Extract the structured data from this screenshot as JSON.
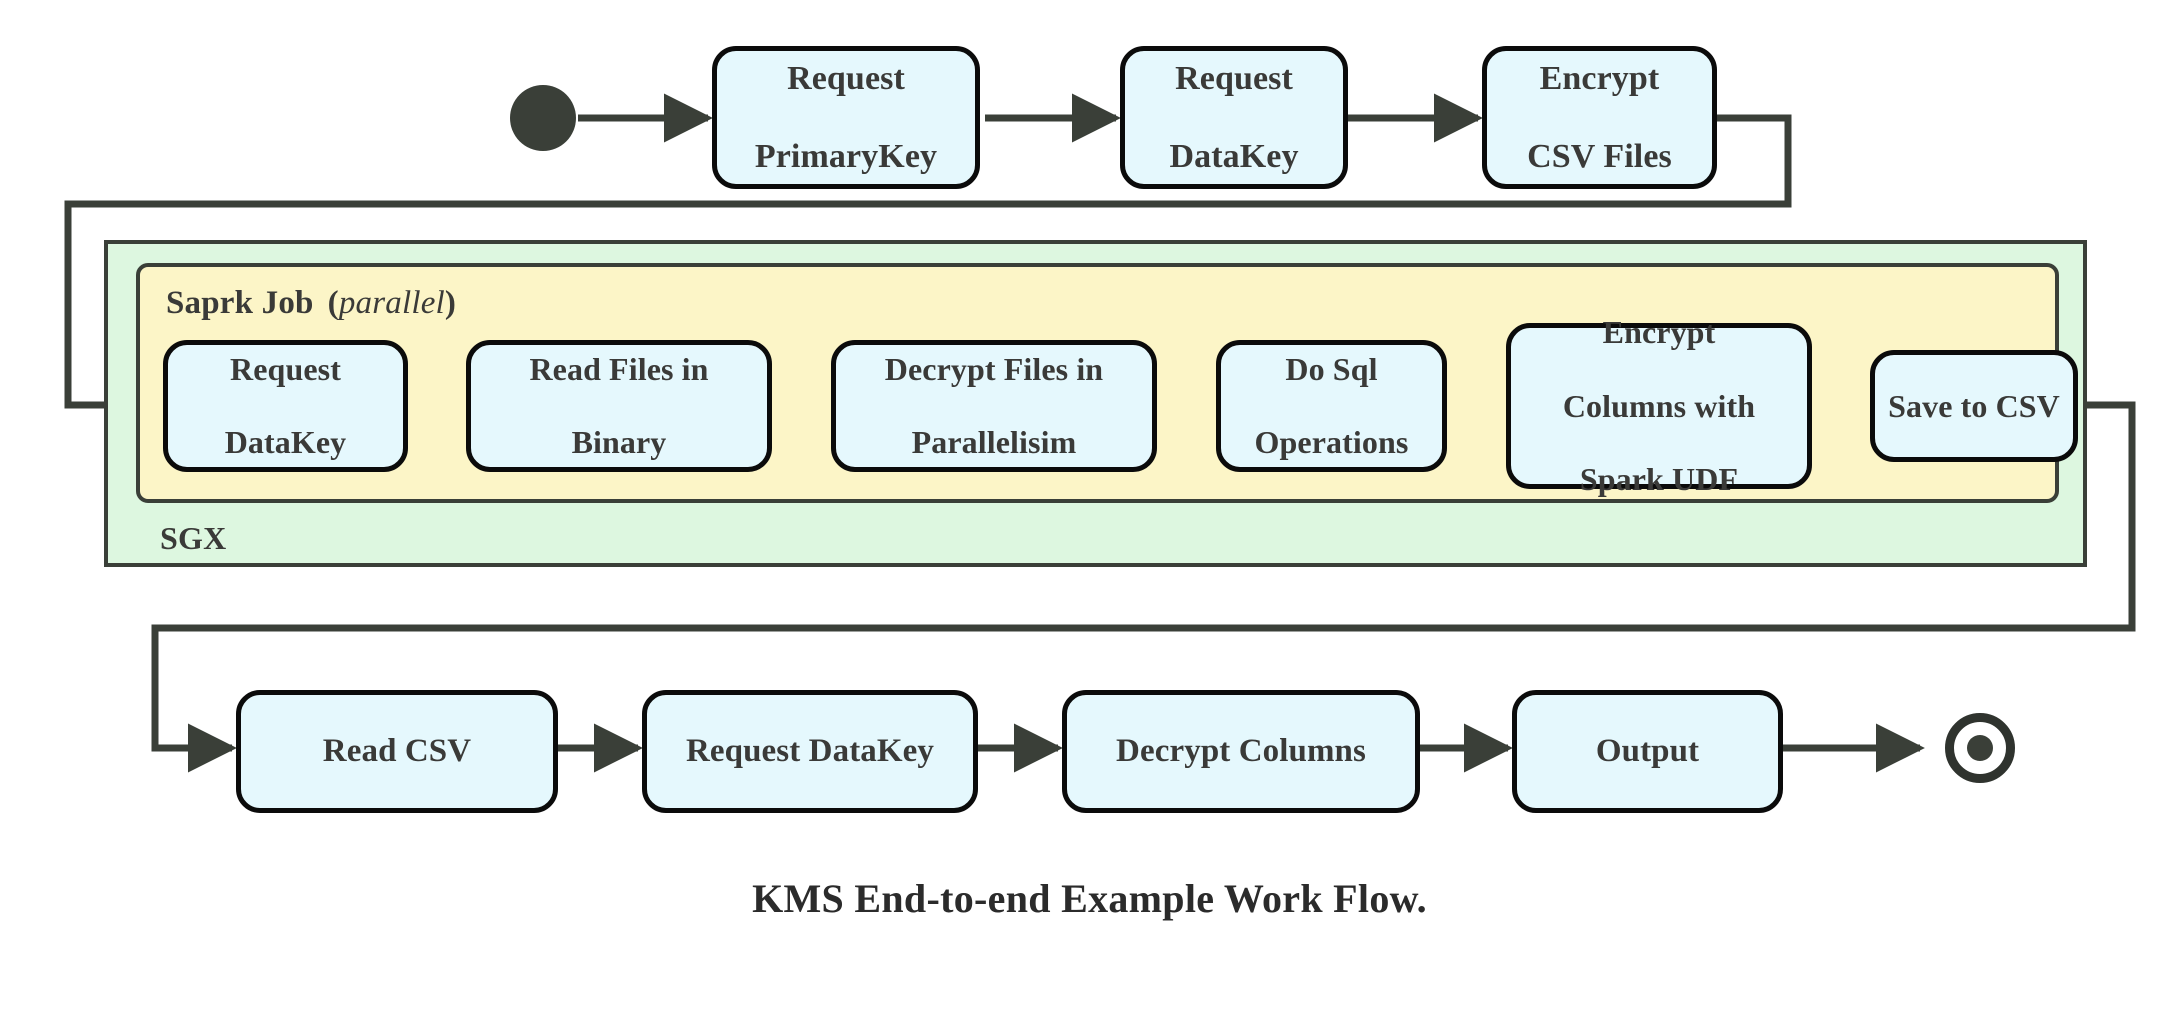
{
  "diagram": {
    "caption": "KMS End-to-end Example Work Flow.",
    "colors": {
      "node_fill": "#e5f8fd",
      "node_stroke": "#0b0b0b",
      "sgx_fill": "#ddf7e0",
      "spark_fill": "#fcf5c7",
      "container_stroke": "#3a3f38",
      "text": "#3a3a38",
      "connector": "#3a3f38"
    },
    "groups": [
      {
        "id": "sgx",
        "label": "SGX",
        "label_position": "bottom-left"
      },
      {
        "id": "spark",
        "label": "Saprk Job",
        "annotation": "(parallel)",
        "annotation_italic_part": "parallel",
        "label_position": "top-left"
      }
    ],
    "terminals": {
      "start": "start-node",
      "end": "end-node"
    },
    "rows": {
      "top": {
        "nodes": [
          {
            "id": "request-primarykey",
            "lines": [
              "Request",
              "PrimaryKey"
            ]
          },
          {
            "id": "request-datakey-top",
            "lines": [
              "Request",
              "DataKey"
            ]
          },
          {
            "id": "encrypt-csv-files",
            "lines": [
              "Encrypt",
              "CSV Files"
            ]
          }
        ]
      },
      "spark": {
        "nodes": [
          {
            "id": "request-datakey-spark",
            "lines": [
              "Request",
              "DataKey"
            ]
          },
          {
            "id": "read-files-in-binary",
            "lines": [
              "Read Files in",
              "Binary"
            ]
          },
          {
            "id": "decrypt-files-in-parallelisim",
            "lines": [
              "Decrypt Files in",
              "Parallelisim"
            ]
          },
          {
            "id": "do-sql-operations",
            "lines": [
              "Do Sql",
              "Operations"
            ]
          },
          {
            "id": "encrypt-columns-with-spark-udf",
            "lines": [
              "Encrypt",
              "Columns with",
              "Spark UDF"
            ]
          },
          {
            "id": "save-to-csv",
            "lines": [
              "Save to CSV"
            ]
          }
        ]
      },
      "bottom": {
        "nodes": [
          {
            "id": "read-csv",
            "lines": [
              "Read CSV"
            ]
          },
          {
            "id": "request-datakey-bottom",
            "lines": [
              "Request DataKey"
            ]
          },
          {
            "id": "decrypt-columns",
            "lines": [
              "Decrypt Columns"
            ]
          },
          {
            "id": "output",
            "lines": [
              "Output"
            ]
          }
        ]
      }
    },
    "edges": [
      {
        "from": "start-node",
        "to": "request-primarykey",
        "style": "straight"
      },
      {
        "from": "request-primarykey",
        "to": "request-datakey-top",
        "style": "straight"
      },
      {
        "from": "request-datakey-top",
        "to": "encrypt-csv-files",
        "style": "straight"
      },
      {
        "from": "encrypt-csv-files",
        "to": "request-datakey-spark",
        "style": "orthogonal-wrap-left"
      },
      {
        "from": "request-datakey-spark",
        "to": "read-files-in-binary",
        "style": "straight"
      },
      {
        "from": "read-files-in-binary",
        "to": "decrypt-files-in-parallelisim",
        "style": "straight"
      },
      {
        "from": "decrypt-files-in-parallelisim",
        "to": "do-sql-operations",
        "style": "straight"
      },
      {
        "from": "do-sql-operations",
        "to": "encrypt-columns-with-spark-udf",
        "style": "straight"
      },
      {
        "from": "encrypt-columns-with-spark-udf",
        "to": "save-to-csv",
        "style": "straight"
      },
      {
        "from": "save-to-csv",
        "to": "read-csv",
        "style": "orthogonal-wrap-right"
      },
      {
        "from": "read-csv",
        "to": "request-datakey-bottom",
        "style": "straight"
      },
      {
        "from": "request-datakey-bottom",
        "to": "decrypt-columns",
        "style": "straight"
      },
      {
        "from": "decrypt-columns",
        "to": "output",
        "style": "straight"
      },
      {
        "from": "output",
        "to": "end-node",
        "style": "straight"
      }
    ]
  }
}
